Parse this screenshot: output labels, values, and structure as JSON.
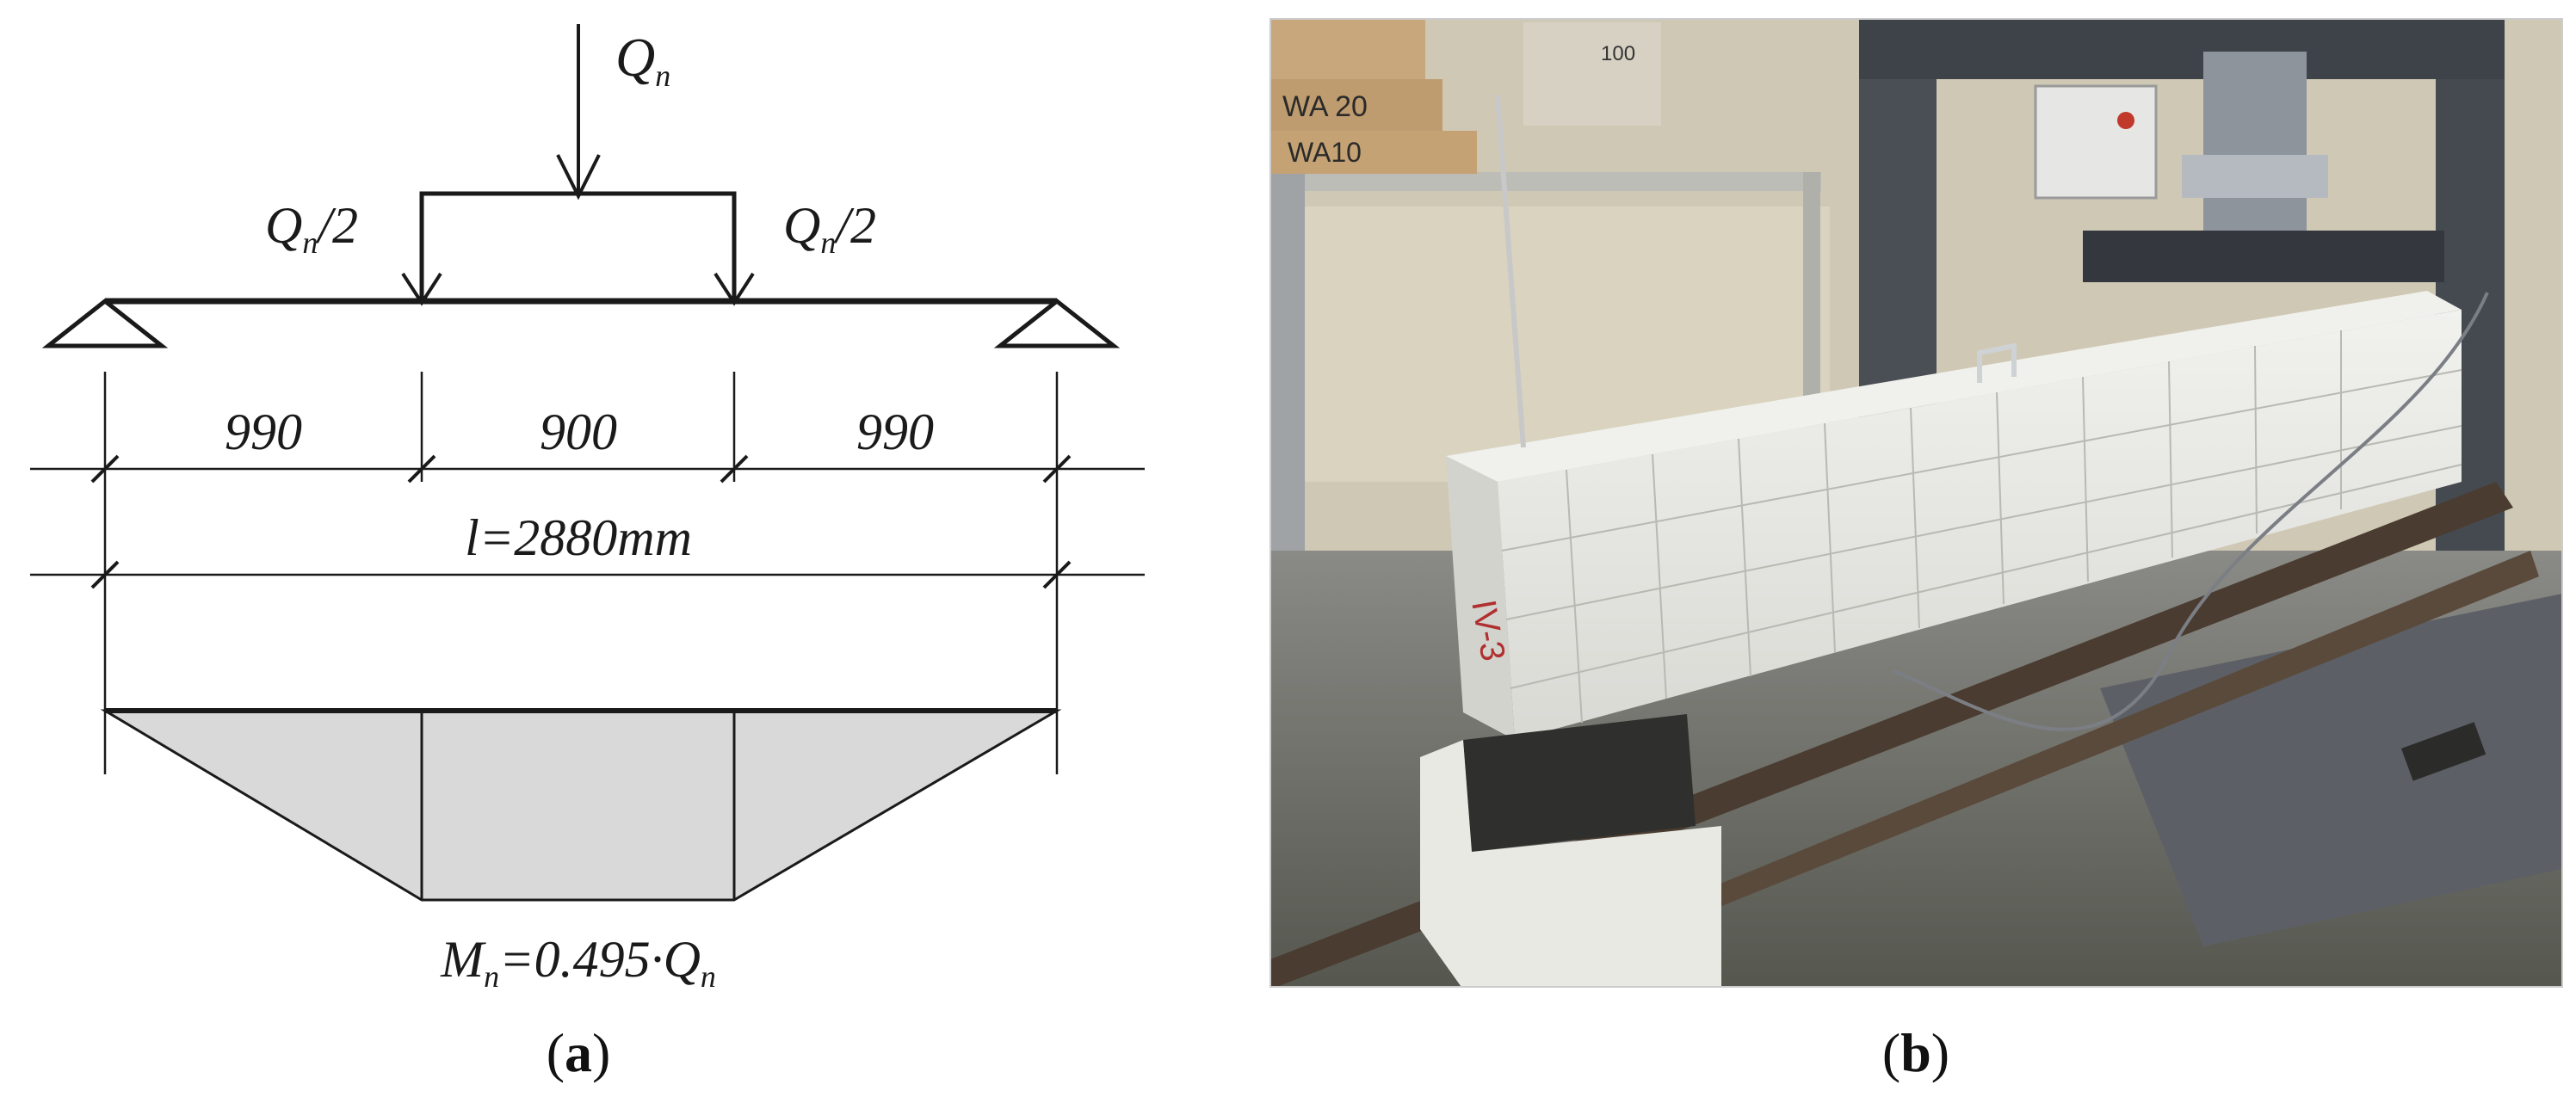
{
  "panel_a": {
    "load_total": {
      "symbol": "Q",
      "subscript": "n"
    },
    "load_left": {
      "symbol": "Q",
      "subscript": "n",
      "suffix": "/2"
    },
    "load_right": {
      "symbol": "Q",
      "subscript": "n",
      "suffix": "/2"
    },
    "dim_left": "990",
    "dim_middle": "900",
    "dim_right": "990",
    "span_label": "l=2880mm",
    "moment_label": {
      "symbol": "M",
      "subscript": "n",
      "rest": "=0.495·Q",
      "rest_subscript": "n"
    },
    "caption": {
      "open": "(",
      "letter": "a",
      "close": ")"
    },
    "colors": {
      "ink": "#1a1a1a",
      "moment_fill": "#d9d9d9"
    }
  },
  "panel_b": {
    "caption": {
      "open": "(",
      "letter": "b",
      "close": ")"
    },
    "photo_text": {
      "box_label_1": "WA 20",
      "box_label_2": "WA10",
      "box_label_3": "100",
      "specimen_mark": "IV-3"
    },
    "colors": {
      "concrete": "#e4e4df",
      "steel": "#3b3f45",
      "wall": "#d8d2c0",
      "floor": "#6e6e6a"
    }
  }
}
